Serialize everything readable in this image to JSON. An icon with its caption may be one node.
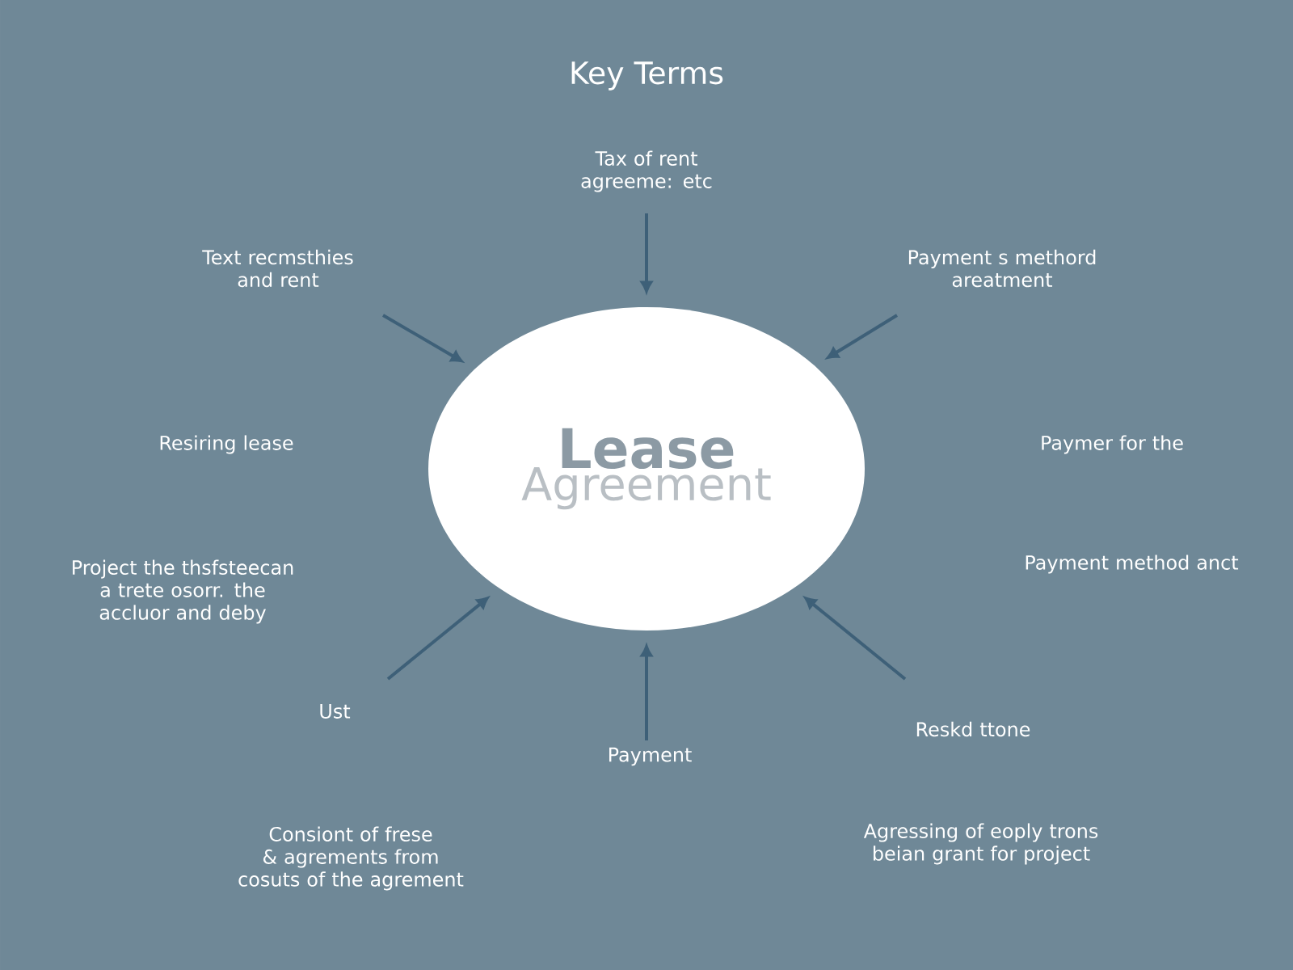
{
  "diagram": {
    "title": "Key Terms",
    "nodes": [
      {
        "text": [
          "Lease",
          "Agreement"
        ]
      },
      {
        "text": [
          "Tax of rent agreeme: etc"
        ]
      },
      {
        "text": [
          "Text recmsthies and rent"
        ]
      },
      {
        "text": [
          "Payment s methord areatment"
        ]
      },
      {
        "text": [
          "Ust"
        ]
      },
      {
        "text": [
          "Payment"
        ]
      },
      {
        "text": [
          "Reskd ttone"
        ]
      }
    ],
    "edges": [
      {
        "from": 1,
        "to": 0,
        "arrow": "to"
      },
      {
        "from": 2,
        "to": 0,
        "arrow": "to"
      },
      {
        "from": 3,
        "to": 0,
        "arrow": "to"
      },
      {
        "from": 4,
        "to": 0,
        "arrow": "to"
      },
      {
        "from": 5,
        "to": 0,
        "arrow": "to"
      },
      {
        "from": 6,
        "to": 0,
        "arrow": "to"
      }
    ],
    "labels": [
      "Resiring lease",
      "Paymer for the",
      "Project the thsfsteecan a trete osorr. the accluor and deby",
      "Payment method anct",
      "Consiont of frese & agrements from cosuts of the agrement",
      "Agressing of eoply trons beian grant for project"
    ]
  }
}
